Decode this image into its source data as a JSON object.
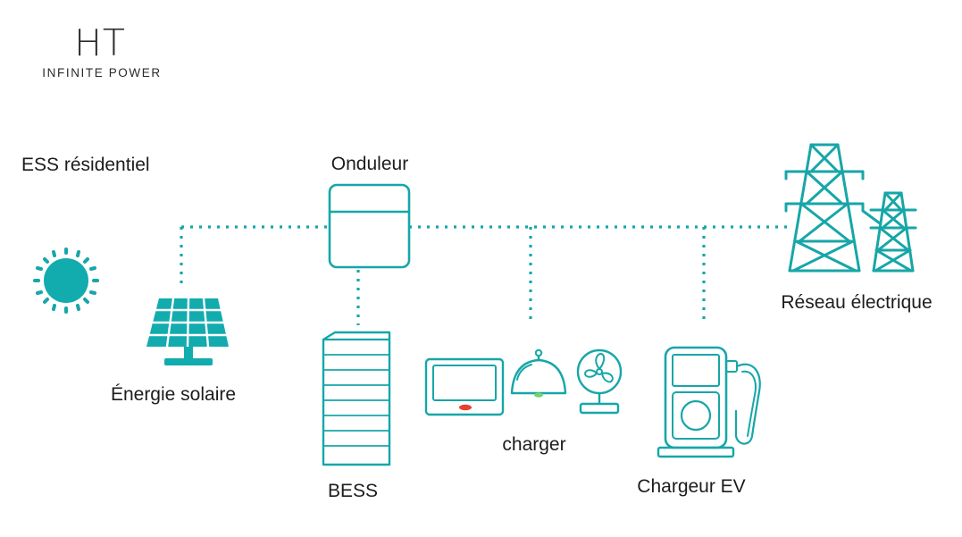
{
  "brand": {
    "logo_text": "HT",
    "tagline": "INFINITE POWER"
  },
  "colors": {
    "accent": "#17a6a8",
    "accent_fill": "#12abae",
    "text": "#1c1c1c",
    "charger_indicator": "#e8412e",
    "lamp_glow": "#6fd46b"
  },
  "labels": {
    "title": "ESS résidentiel",
    "inverter": "Onduleur",
    "grid": "Réseau électrique",
    "solar": "Énergie solaire",
    "battery": "BESS",
    "loads": "charger",
    "ev_charger": "Chargeur EV"
  },
  "icons": {
    "sun": "sun-icon",
    "solar_panel": "solar-panel-icon",
    "inverter": "inverter-icon",
    "battery": "battery-stack-icon",
    "tv": "tv-icon",
    "lamp": "lamp-icon",
    "fan": "fan-icon",
    "ev": "ev-charger-icon",
    "grid": "power-tower-icon"
  }
}
